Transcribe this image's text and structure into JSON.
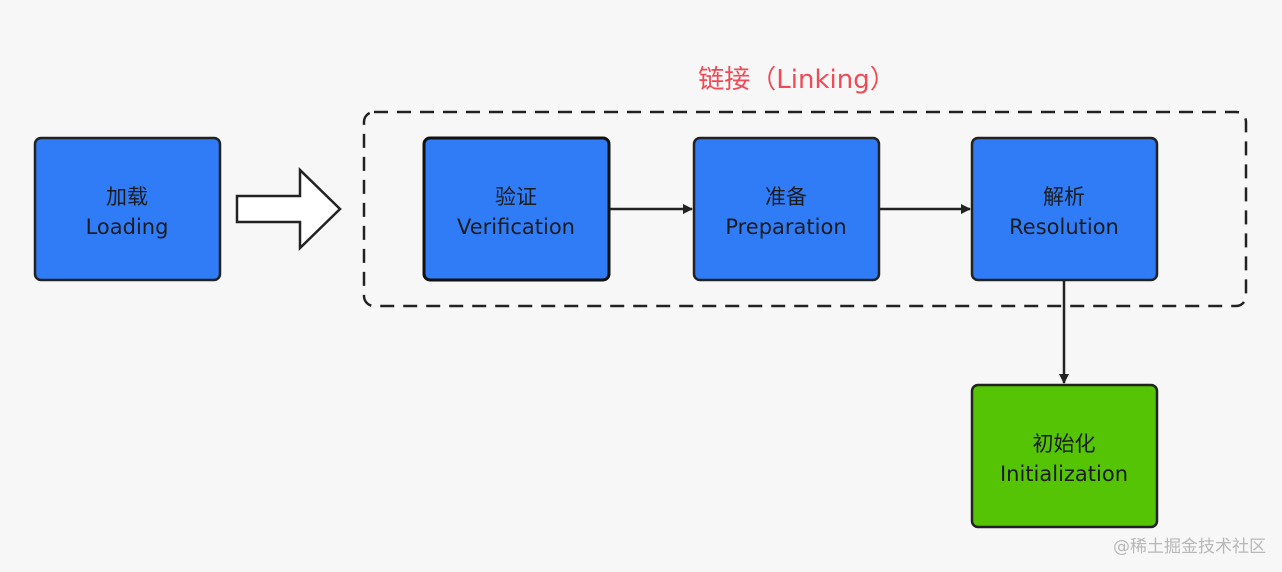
{
  "colors": {
    "background": "#f7f7f7",
    "stage_fill": "#2f7cf6",
    "init_fill": "#55c404",
    "border": "#222222",
    "group_title": "#f04a56",
    "watermark": "#b7b7b7"
  },
  "group": {
    "title": "链接（Linking）"
  },
  "stages": {
    "loading": {
      "zh": "加载",
      "en": "Loading"
    },
    "verification": {
      "zh": "验证",
      "en": "Verification"
    },
    "preparation": {
      "zh": "准备",
      "en": "Preparation"
    },
    "resolution": {
      "zh": "解析",
      "en": "Resolution"
    },
    "initialization": {
      "zh": "初始化",
      "en": "Initialization"
    }
  },
  "watermark": "@稀土掘金技术社区"
}
